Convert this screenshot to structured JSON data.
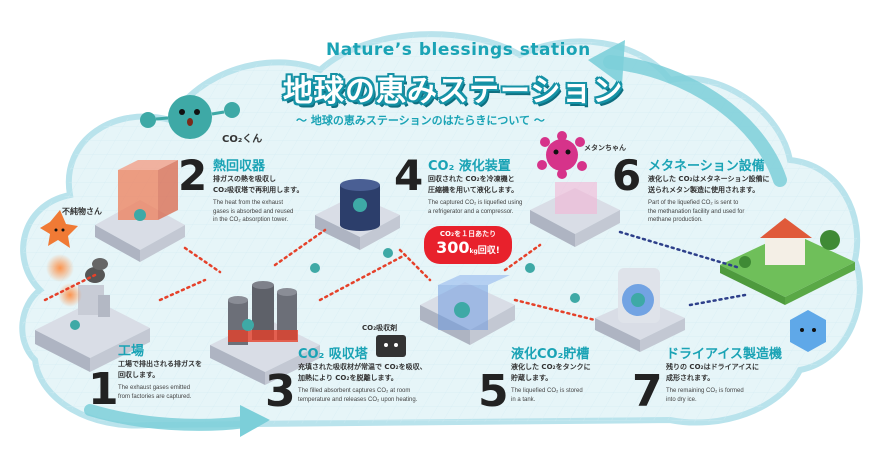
{
  "header": {
    "title_en": "Nature’s blessings station",
    "title_jp": "地球の恵みステーション",
    "subtitle": "～ 地球の恵みステーションのはたらきについて ～"
  },
  "characters": {
    "co2": "CO₂くん",
    "impurity": "不純物さん",
    "methane": "メタンちゃん",
    "co2_absorbent": "CO₂吸収剤"
  },
  "badge": {
    "line1": "CO₂を１日あたり",
    "amount": "300",
    "unit": "kg",
    "suffix": "回収!"
  },
  "steps": [
    {
      "number": "1",
      "title": "工場",
      "jp": "工場で排出される排ガスを\n回収します。",
      "en": "The exhaust gases emitted\nfrom factories are captured."
    },
    {
      "number": "2",
      "title": "熱回収器",
      "jp": "排ガスの熱を吸収し\nCO₂吸収塔で再利用します。",
      "en": "The heat from the exhaust\ngases is absorbed and reused\nin the CO₂ absorption tower."
    },
    {
      "number": "3",
      "title": "CO₂ 吸収塔",
      "jp": "充填された吸収材が常温で CO₂を吸収、\n加熱により CO₂を脱離します。",
      "en": "The filled absorbent captures CO₂ at room\ntemperature and releases CO₂ upon heating."
    },
    {
      "number": "4",
      "title": "CO₂ 液化装置",
      "jp": "回収された CO₂を冷凍機と\n圧縮機を用いて液化します。",
      "en": "The captured CO₂ is liquefied using\na refrigerator and a compressor."
    },
    {
      "number": "5",
      "title": "液化CO₂貯槽",
      "jp": "液化した CO₂をタンクに\n貯蔵します。",
      "en": "The liquefied CO₂ is stored\nin a tank."
    },
    {
      "number": "6",
      "title": "メタネーション設備",
      "jp": "液化した CO₂はメタネーション設備に\n送られメタン製造に使用されます。",
      "en": "Part of the liquefied CO₂ is sent to\nthe methanation facility and used for\nmethane production."
    },
    {
      "number": "7",
      "title": "ドライアイス製造機",
      "jp": "残りの CO₂はドライアイスに\n成形されます。",
      "en": "The remaining CO₂ is formed\ninto dry ice."
    }
  ],
  "colors": {
    "accent": "#1aa3b5",
    "cloud_fill": "#e6f5f8",
    "cloud_stroke": "#b9e3ec",
    "red": "#e8212c",
    "co2_teal": "#3ea9a6",
    "methane_pink": "#d6338a",
    "impurity_orange": "#f07a35"
  }
}
